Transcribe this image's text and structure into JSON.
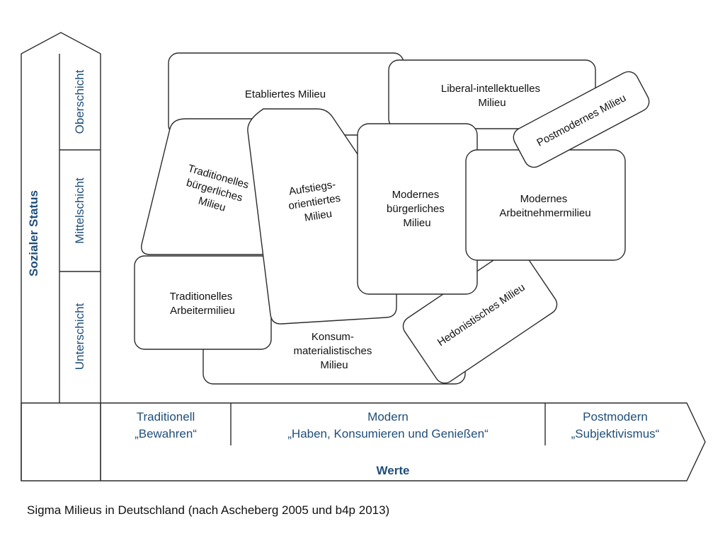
{
  "axes": {
    "y": {
      "label": "Sozialer Status",
      "levels": [
        "Oberschicht",
        "Mittelschicht",
        "Unterschicht"
      ]
    },
    "x": {
      "label": "Werte",
      "groups": [
        {
          "title": "Traditionell",
          "subtitle": "„Bewahren“"
        },
        {
          "title": "Modern",
          "subtitle": "„Haben, Konsumieren und Genießen“"
        },
        {
          "title": "Postmodern",
          "subtitle": "„Subjektivismus“"
        }
      ]
    }
  },
  "milieus": {
    "etabliertes": [
      "Etabliertes Milieu"
    ],
    "liberal": [
      "Liberal-intellektuelles",
      "Milieu"
    ],
    "postmodern": [
      "Postmodernes Milieu"
    ],
    "trad_buergerlich": [
      "Traditionelles",
      "bürgerliches",
      "Milieu"
    ],
    "aufstiegs": [
      "Aufstiegs-",
      "orientiertes",
      "Milieu"
    ],
    "mod_buergerlich": [
      "Modernes",
      "bürgerliches",
      "Milieu"
    ],
    "arbeitnehmer": [
      "Modernes",
      "Arbeitnehmermilieu"
    ],
    "trad_arbeiter": [
      "Traditionelles",
      "Arbeitermilieu"
    ],
    "konsum": [
      "Konsum-",
      "materialistisches",
      "Milieu"
    ],
    "hedonistisch": [
      "Hedonistisches Milieu"
    ]
  },
  "caption": "Sigma Milieus in Deutschland (nach Ascheberg 2005 und b4p 2013)"
}
